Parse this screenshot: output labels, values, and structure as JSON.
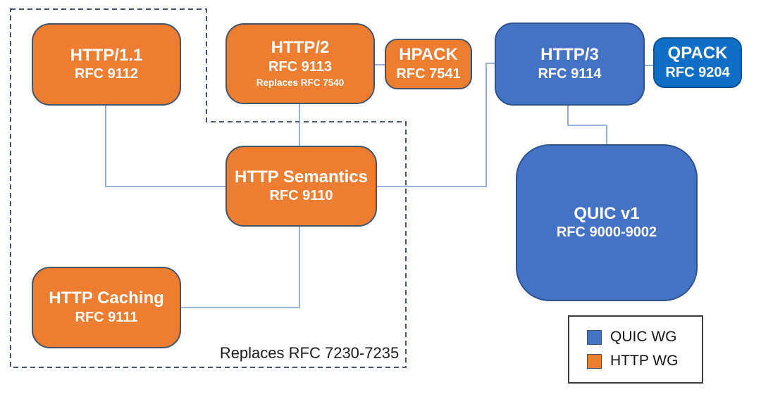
{
  "colors": {
    "http_wg": "#ED7D31",
    "quic_wg": "#4472C4",
    "qpack": "#0F6FC6",
    "connector": "#7F9BD1",
    "dashed_border": "#44546A"
  },
  "boxes": {
    "http11": {
      "title": "HTTP/1.1",
      "rfc": "RFC 9112"
    },
    "http2": {
      "title": "HTTP/2",
      "rfc": "RFC 9113",
      "note": "Replaces RFC 7540"
    },
    "hpack": {
      "title": "HPACK",
      "rfc": "RFC 7541"
    },
    "http3": {
      "title": "HTTP/3",
      "rfc": "RFC 9114"
    },
    "qpack": {
      "title": "QPACK",
      "rfc": "RFC 9204"
    },
    "semantics": {
      "title": "HTTP Semantics",
      "rfc": "RFC 9110"
    },
    "caching": {
      "title": "HTTP Caching",
      "rfc": "RFC 9111"
    },
    "quic": {
      "title": "QUIC v1",
      "rfc": "RFC 9000-9002"
    }
  },
  "dashed_group_note": "Replaces RFC 7230-7235",
  "legend": {
    "items": [
      {
        "label": "QUIC WG",
        "color": "#4472C4"
      },
      {
        "label": "HTTP WG",
        "color": "#ED7D31"
      }
    ]
  }
}
